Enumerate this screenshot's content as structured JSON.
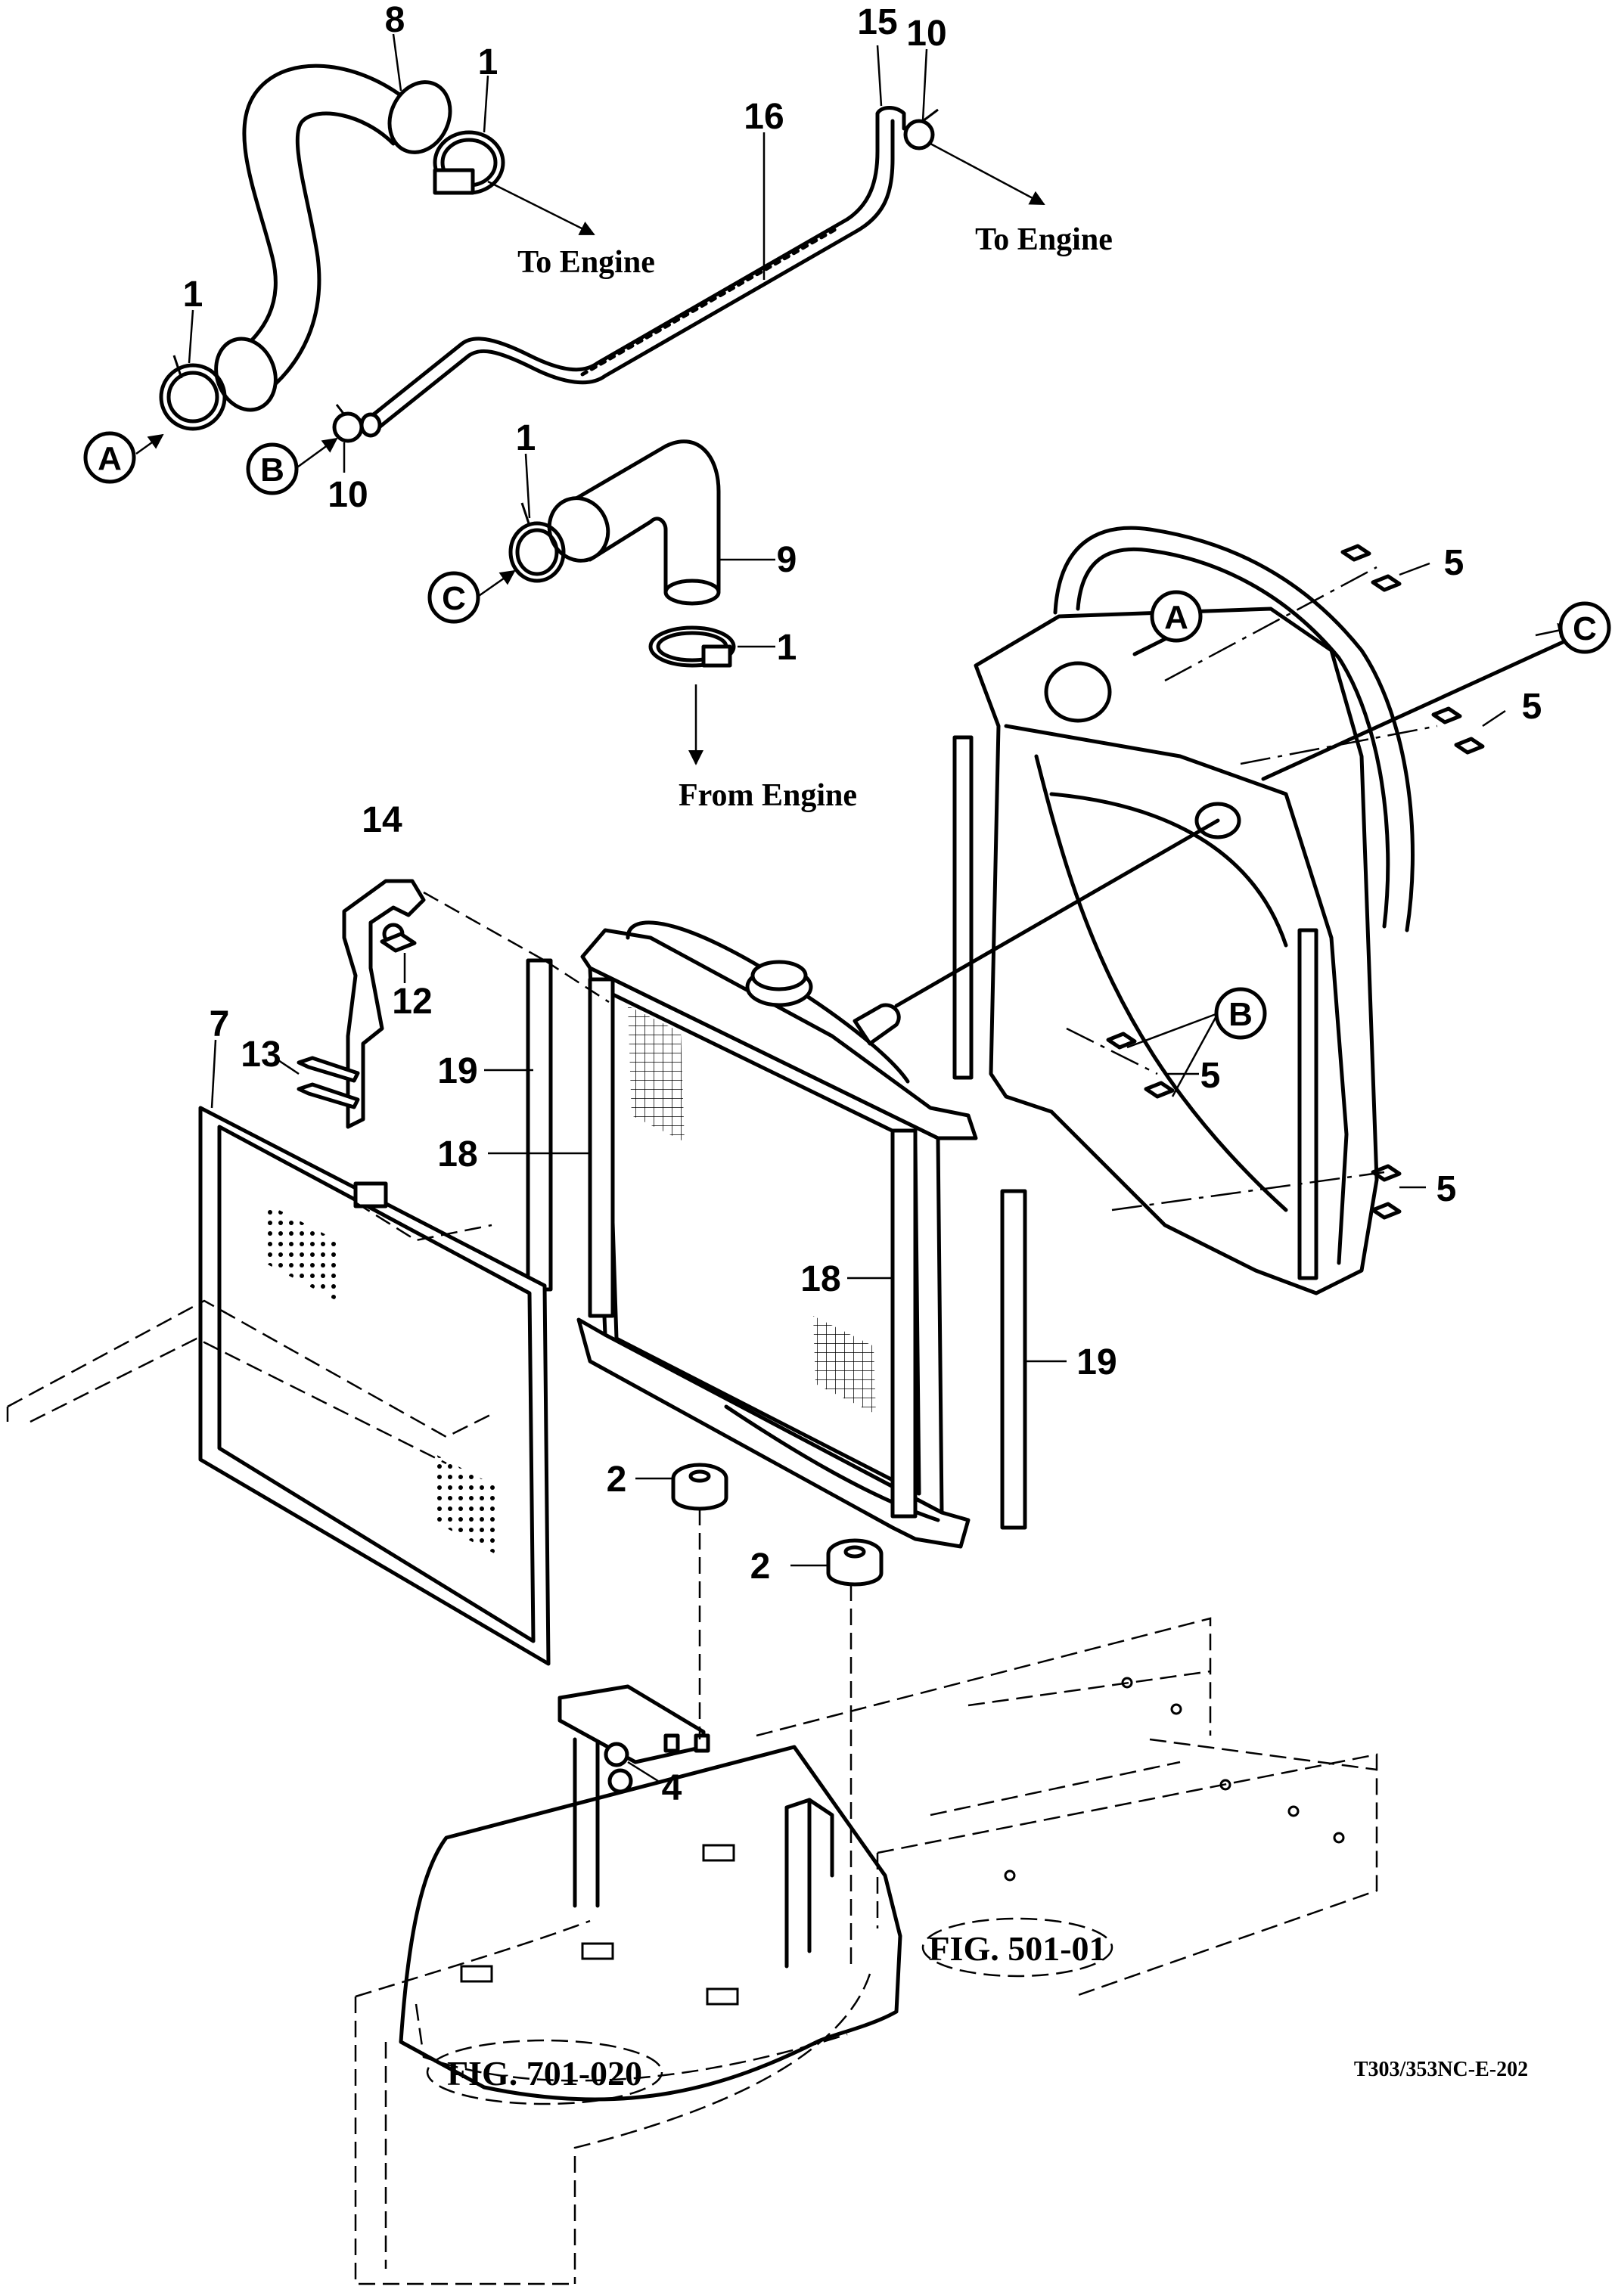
{
  "part_numbers": {
    "p1_upper": "1",
    "p1_left": "1",
    "p1_mid": "1",
    "p1_lower": "1",
    "p2_left": "2",
    "p2_right": "2",
    "p4": "4",
    "p5_a": "5",
    "p5_b": "5",
    "p5_c": "5",
    "p5_d": "5",
    "p7": "7",
    "p8": "8",
    "p9": "9",
    "p10_top": "10",
    "p10_bottom": "10",
    "p12": "12",
    "p13": "13",
    "p14": "14",
    "p15": "15",
    "p16": "16",
    "p18_left": "18",
    "p18_right": "18",
    "p19_left": "19",
    "p19_right": "19"
  },
  "callouts": {
    "a_left": "A",
    "b_left": "B",
    "c_left": "C",
    "a_right": "A",
    "b_right": "B",
    "c_right": "C"
  },
  "captions": {
    "to_engine_1": "To Engine",
    "to_engine_2": "To Engine",
    "from_engine": "From Engine"
  },
  "figure_refs": {
    "fig_501": "FIG. 501-01",
    "fig_701": "FIG. 701-020"
  },
  "drawing_code": "T303/353NC-E-202"
}
